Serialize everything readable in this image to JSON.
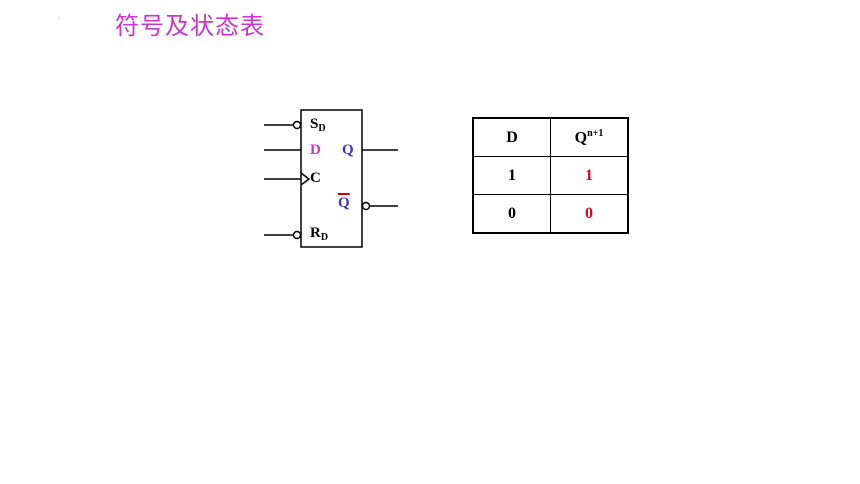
{
  "slide": {
    "title": "符号及状态表",
    "corner_mark": "·"
  },
  "symbol": {
    "pins": {
      "sd_main": "S",
      "sd_sub": "D",
      "d": "D",
      "c": "C",
      "rd_main": "R",
      "rd_sub": "D",
      "q": "Q",
      "qbar": "Q"
    },
    "colors": {
      "d_label": "#cc33cc",
      "q_label": "#3333cc",
      "qbar_bar": "#cc0000"
    }
  },
  "state_table": {
    "headers": {
      "col1": "D",
      "col2_main": "Q",
      "col2_sup": "n+1"
    },
    "rows": [
      {
        "d": "1",
        "q": "1"
      },
      {
        "d": "0",
        "q": "0"
      }
    ],
    "colors": {
      "output_values": "#e0001a"
    }
  }
}
